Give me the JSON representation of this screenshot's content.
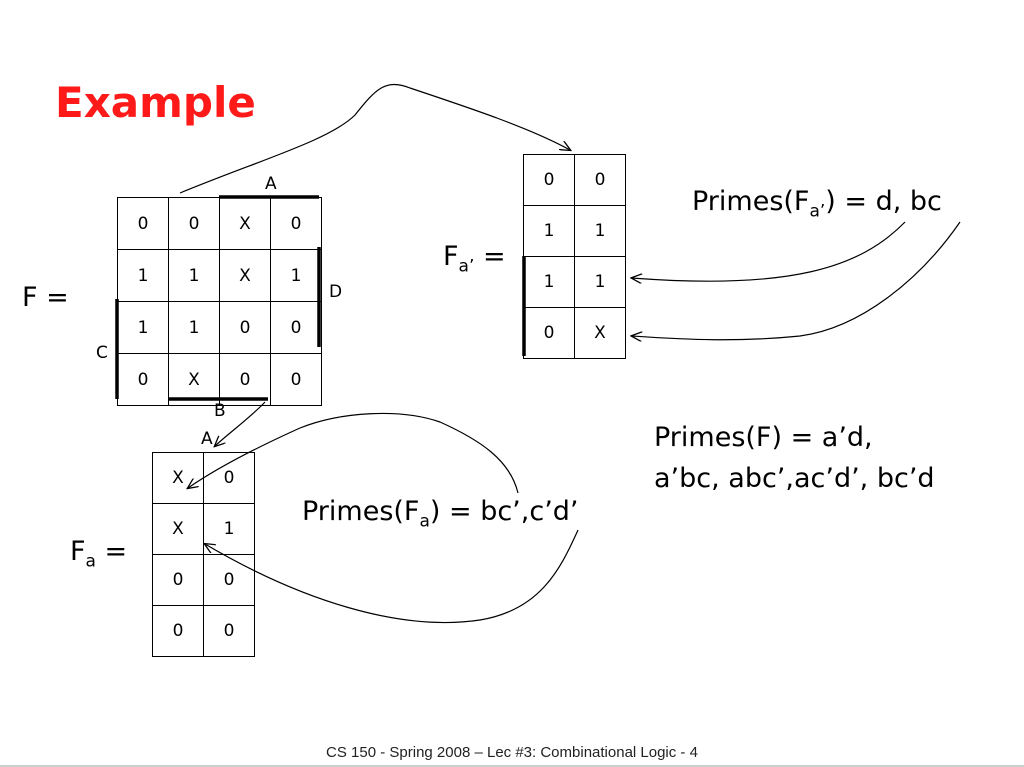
{
  "slide": {
    "title": "Example",
    "footer": "CS 150 - Spring  2008 – Lec  #3: Combinational  Logic  - 4"
  },
  "kmap_F": {
    "label": "F =",
    "var_A": "A",
    "var_B": "B",
    "var_C": "C",
    "var_D": "D",
    "cells": [
      [
        "0",
        "0",
        "X",
        "0"
      ],
      [
        "1",
        "1",
        "X",
        "1"
      ],
      [
        "1",
        "1",
        "0",
        "0"
      ],
      [
        "0",
        "X",
        "0",
        "0"
      ]
    ]
  },
  "kmap_Fa_prime": {
    "label_F": "F",
    "label_sub": "a’",
    "label_eq": " =",
    "cells": [
      [
        "0",
        "0"
      ],
      [
        "1",
        "1"
      ],
      [
        "1",
        "1"
      ],
      [
        "0",
        "X"
      ]
    ]
  },
  "kmap_Fa": {
    "var_A": "A",
    "label_F": "F",
    "label_sub": "a",
    "label_eq": " =",
    "cells": [
      [
        "X",
        "0"
      ],
      [
        "X",
        "1"
      ],
      [
        "0",
        "0"
      ],
      [
        "0",
        "0"
      ]
    ]
  },
  "primes_Fa_prime": {
    "prefix": "Primes(F",
    "sub": "a’",
    "suffix": ") = d, bc"
  },
  "primes_Fa": {
    "prefix": "Primes(F",
    "sub": "a",
    "suffix": ") = bc’,c’d’"
  },
  "primes_F": {
    "line1": "Primes(F) = a’d,",
    "line2": "a’bc, abc’,ac’d’, bc’d"
  }
}
